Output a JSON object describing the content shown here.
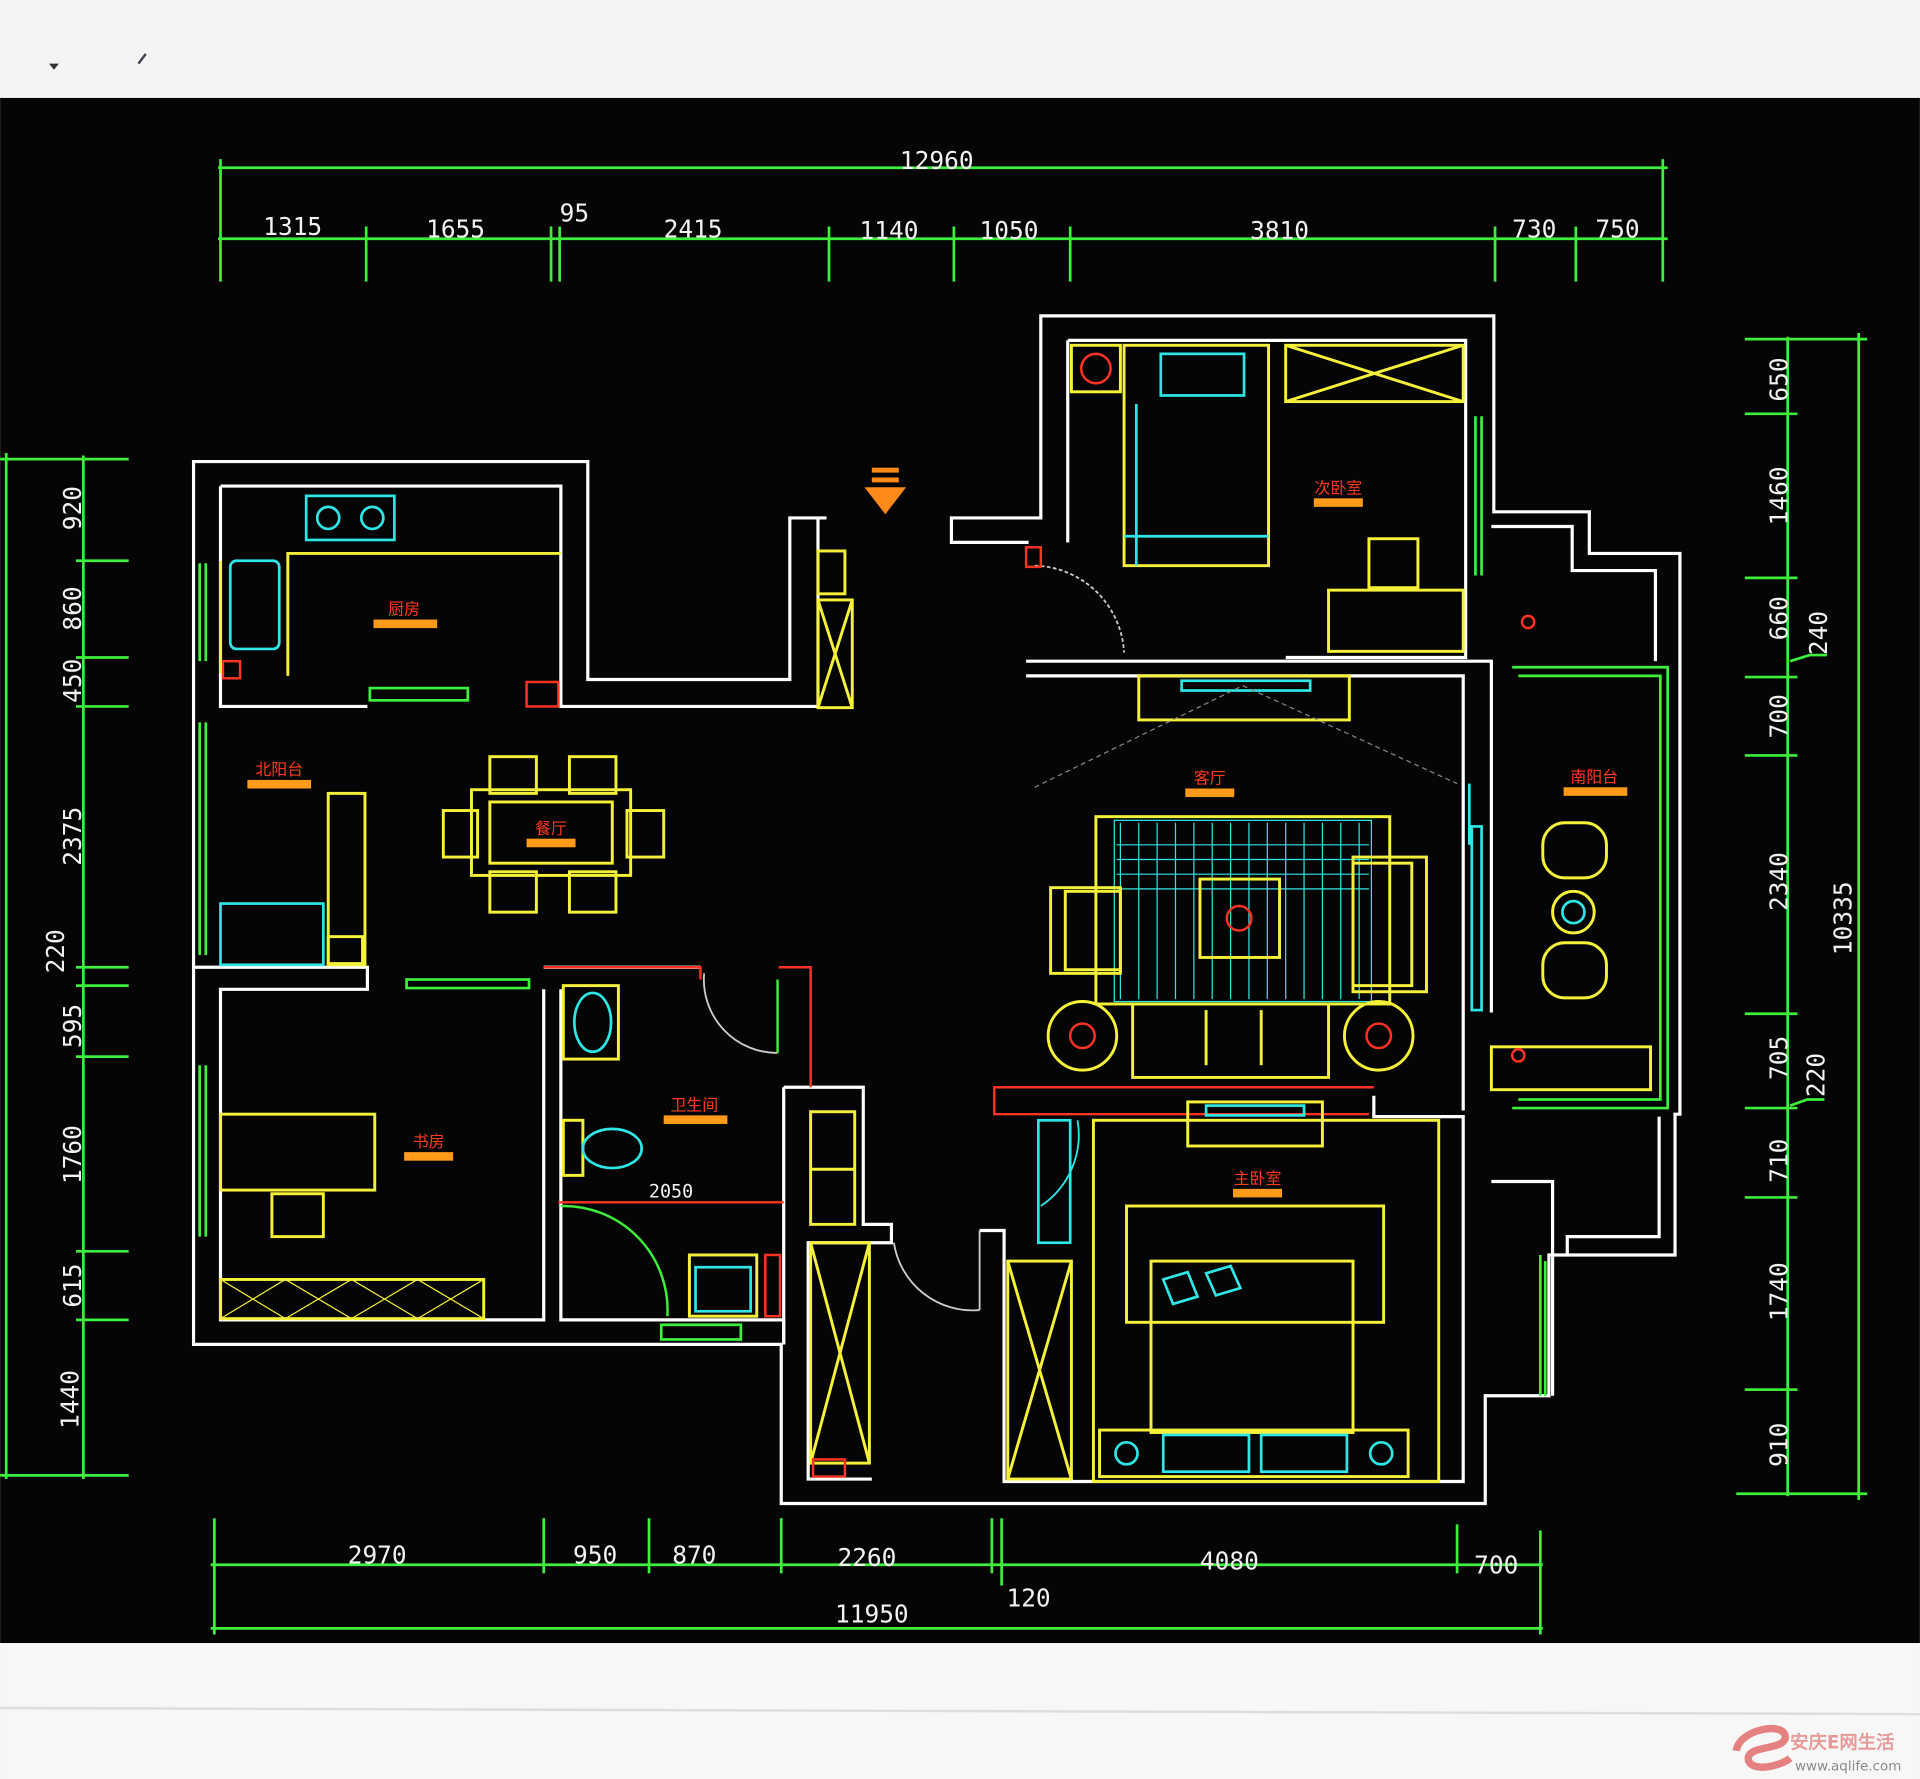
{
  "dimensions": {
    "top_total": "12960",
    "top": [
      "1315",
      "1655",
      "95",
      "2415",
      "1140",
      "1050",
      "3810",
      "730",
      "750"
    ],
    "bottom": [
      "2970",
      "950",
      "870",
      "2260",
      "4080",
      "700",
      "120"
    ],
    "bottom_total": "11950",
    "left": [
      "920",
      "860",
      "450",
      "2375",
      "220",
      "595",
      "1760",
      "615",
      "1440"
    ],
    "right": [
      "650",
      "1460",
      "660",
      "240",
      "700",
      "2340",
      "705",
      "220",
      "710",
      "1740",
      "910"
    ],
    "right_total": "10335",
    "inner_bath": "2050"
  },
  "rooms": {
    "kitchen": "厨房",
    "north_balcony": "北阳台",
    "dining": "餐厅",
    "second_bedroom": "次卧室",
    "living": "客厅",
    "south_balcony": "南阳台",
    "bathroom": "卫生间",
    "study": "书房",
    "master_bedroom": "主卧室"
  },
  "watermark": {
    "brand": "安庆E网生活",
    "url": "www.aqlife.com"
  },
  "colors": {
    "wall": "#ffffff",
    "dimension": "#3cf03c",
    "furniture": "#f5f03a",
    "fixture": "#2fe6e6",
    "label": "#ff3b1f"
  }
}
